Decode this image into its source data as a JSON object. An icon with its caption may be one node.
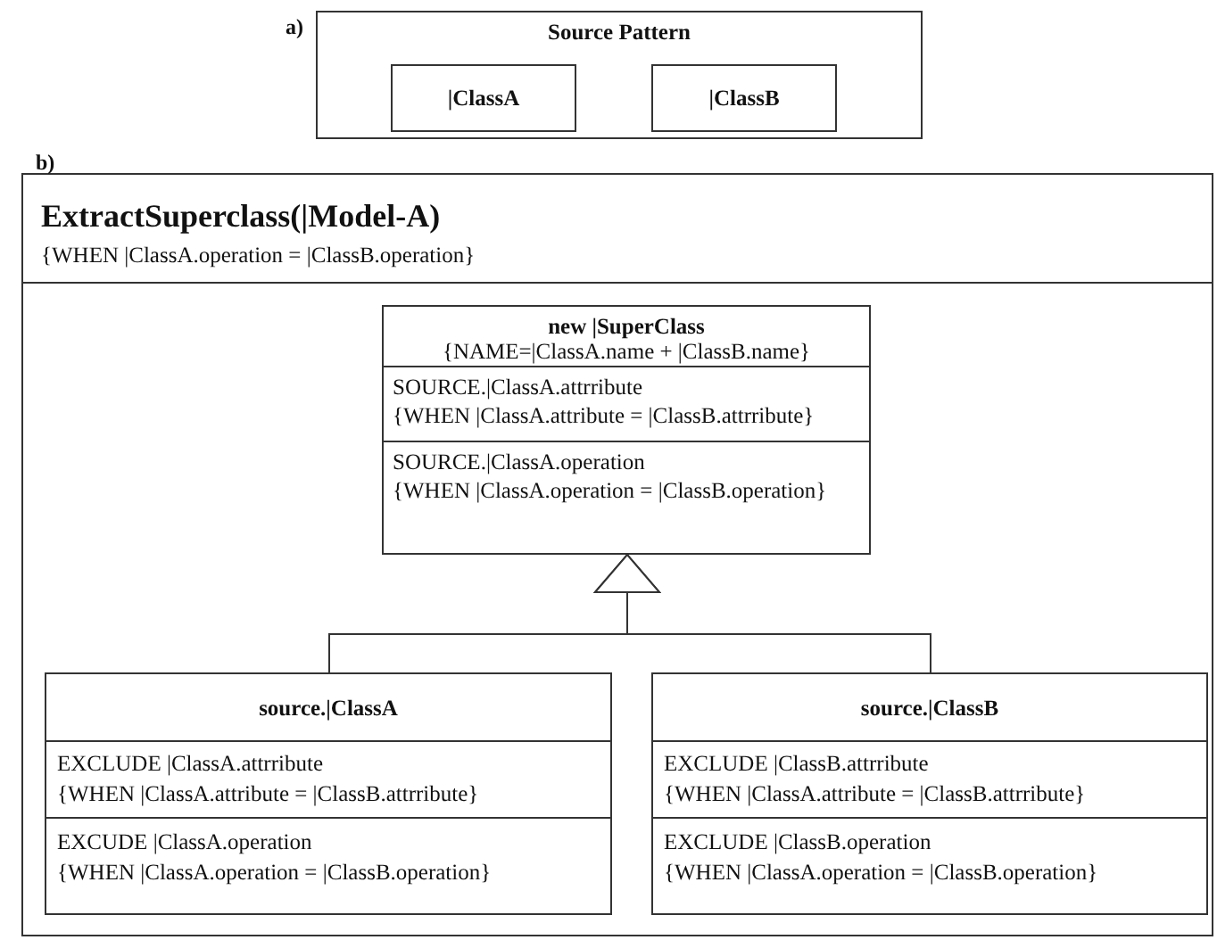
{
  "diagram": {
    "nodes": [
      {
        "text": [
          "Source Pattern"
        ]
      },
      {
        "text": [
          "|ClassA"
        ],
        "in": 0
      },
      {
        "text": [
          "|ClassB"
        ],
        "in": 0
      },
      {
        "text": [
          "ExtractSuperclass(|Model-A)",
          "{WHEN |ClassA.operation = |ClassB.operation}"
        ]
      },
      {
        "text": [
          "new |SuperClass",
          "{NAME=|ClassA.name + |ClassB.name}",
          "SOURCE.|ClassA.attrribute",
          "{WHEN |ClassA.attribute = |ClassB.attrribute}",
          "SOURCE.|ClassA.operation",
          "{WHEN |ClassA.operation = |ClassB.operation}"
        ],
        "in": 3
      },
      {
        "text": [
          "source.|ClassA",
          "EXCLUDE |ClassA.attrribute",
          "{WHEN |ClassA.attribute = |ClassB.attrribute}",
          "EXCUDE |ClassA.operation",
          "{WHEN |ClassA.operation = |ClassB.operation}"
        ],
        "in": 3
      },
      {
        "text": [
          "source.|ClassB",
          "EXCLUDE |ClassB.attrribute",
          "{WHEN |ClassA.attribute = |ClassB.attrribute}",
          "EXCLUDE |ClassB.operation",
          "{WHEN |ClassA.operation = |ClassB.operation}"
        ],
        "in": 3
      }
    ],
    "edges": [
      {
        "from": 5,
        "to": 4,
        "arrow": "to"
      },
      {
        "from": 6,
        "to": 4,
        "arrow": "to"
      }
    ],
    "labels": [
      "a)",
      "b)"
    ]
  }
}
